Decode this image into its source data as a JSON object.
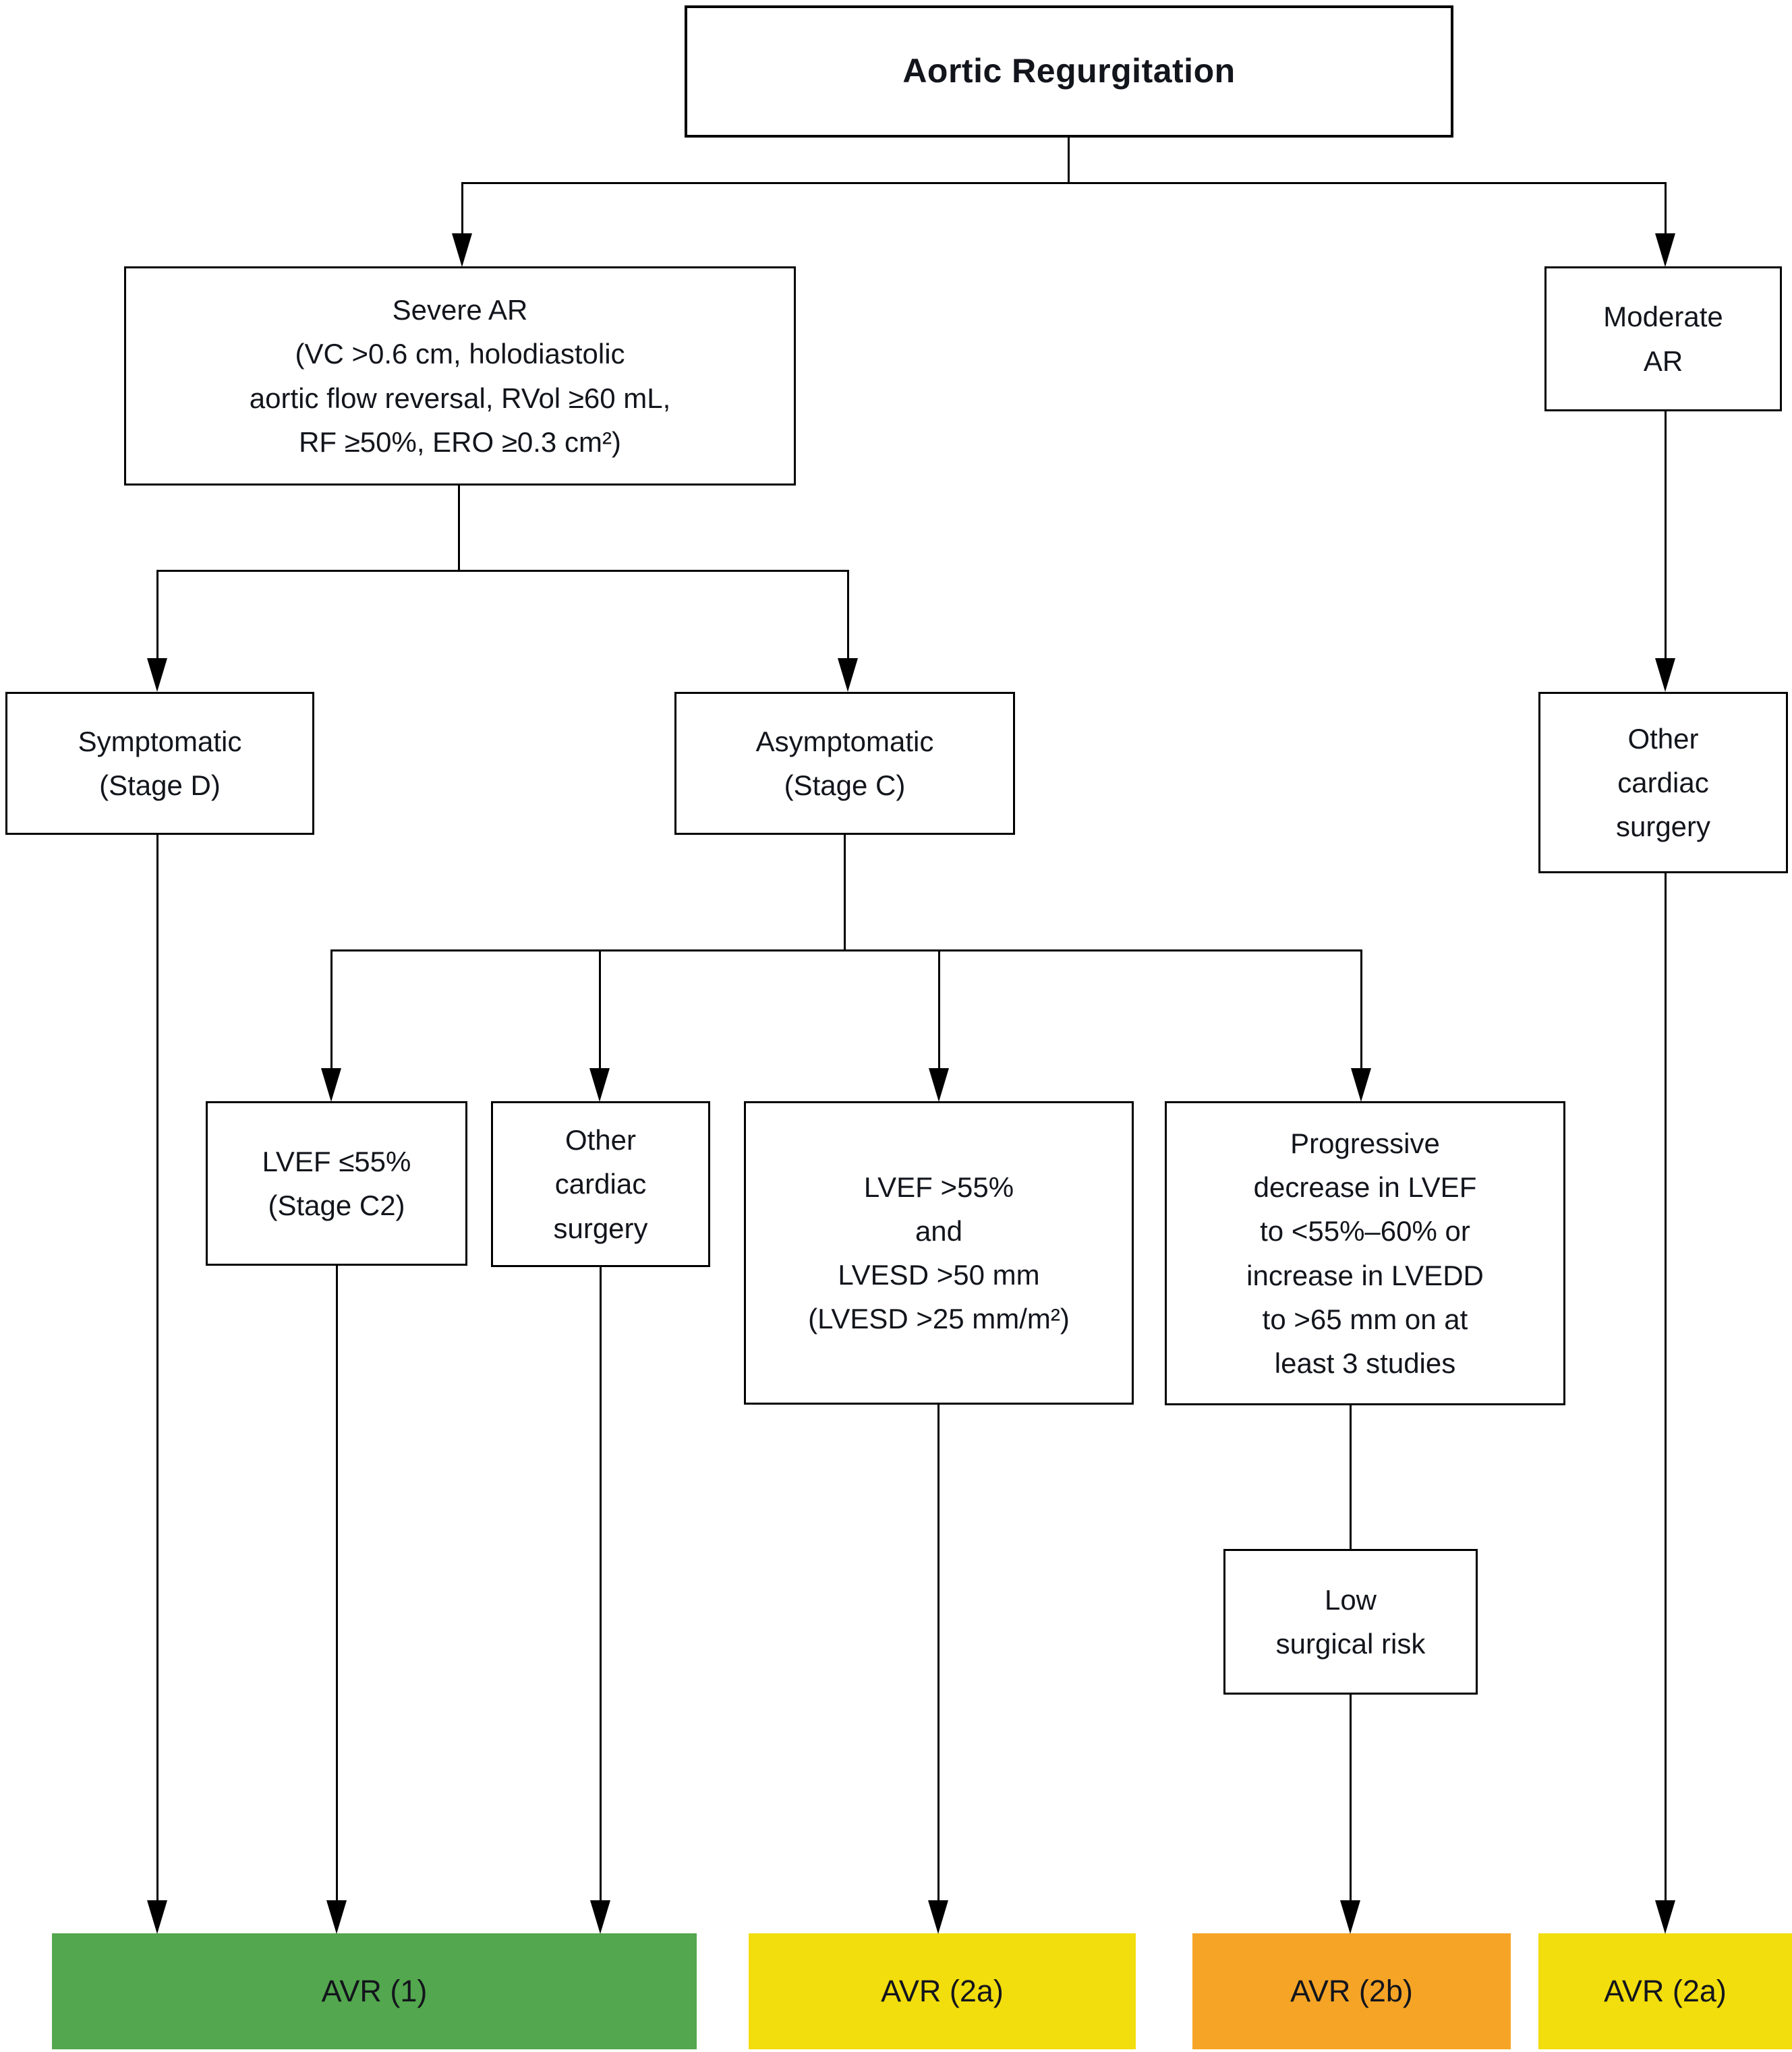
{
  "diagram": {
    "title": "Aortic Regurgitation",
    "nodes": {
      "severe_ar": {
        "label": "Severe AR\n(VC >0.6 cm, holodiastolic\naortic flow reversal, RVol ≥60 mL,\nRF ≥50%, ERO ≥0.3 cm²)"
      },
      "moderate_ar": {
        "label": "Moderate\nAR"
      },
      "symptomatic": {
        "label": "Symptomatic\n(Stage D)"
      },
      "asymptomatic": {
        "label": "Asymptomatic\n(Stage C)"
      },
      "lvef_le55_stage_c2": {
        "label": "LVEF ≤55%\n(Stage C2)"
      },
      "other_cardiac_surgery_mid": {
        "label": "Other\ncardiac\nsurgery"
      },
      "lvef_gt55_lvesd": {
        "label": "LVEF >55%\nand\nLVESD >50 mm\n(LVESD >25 mm/m²)"
      },
      "progressive_decline": {
        "label": "Progressive\ndecrease in LVEF\nto <55%–60% or\nincrease in LVEDD\nto >65 mm on at\nleast 3 studies"
      },
      "low_surgical_risk": {
        "label": "Low\nsurgical risk"
      },
      "other_cardiac_surgery_right": {
        "label": "Other\ncardiac\nsurgery"
      }
    },
    "outcomes": {
      "avr_1": {
        "label": "AVR (1)",
        "color": "#53a74e"
      },
      "avr_2a": {
        "label": "AVR (2a)",
        "color": "#f2dd0d"
      },
      "avr_2b": {
        "label": "AVR (2b)",
        "color": "#f6a426"
      },
      "avr_2a_right": {
        "label": "AVR (2a)",
        "color": "#f2dd0d"
      }
    },
    "edges": [
      {
        "from": "Aortic Regurgitation",
        "to": "Severe AR"
      },
      {
        "from": "Aortic Regurgitation",
        "to": "Moderate AR"
      },
      {
        "from": "Severe AR",
        "to": "Symptomatic (Stage D)"
      },
      {
        "from": "Severe AR",
        "to": "Asymptomatic (Stage C)"
      },
      {
        "from": "Moderate AR",
        "to": "Other cardiac surgery"
      },
      {
        "from": "Asymptomatic (Stage C)",
        "to": "LVEF ≤55% (Stage C2)"
      },
      {
        "from": "Asymptomatic (Stage C)",
        "to": "Other cardiac surgery"
      },
      {
        "from": "Asymptomatic (Stage C)",
        "to": "LVEF >55% and LVESD >50 mm (LVESD >25 mm/m²)"
      },
      {
        "from": "Asymptomatic (Stage C)",
        "to": "Progressive decrease in LVEF to <55%–60% or increase in LVEDD to >65 mm on at least 3 studies"
      },
      {
        "from": "Symptomatic (Stage D)",
        "to": "AVR (1)"
      },
      {
        "from": "LVEF ≤55% (Stage C2)",
        "to": "AVR (1)"
      },
      {
        "from": "Other cardiac surgery",
        "to": "AVR (1)"
      },
      {
        "from": "LVEF >55% and LVESD >50 mm (LVESD >25 mm/m²)",
        "to": "AVR (2a)"
      },
      {
        "from": "Progressive decrease in LVEF to <55%–60% or increase in LVEDD to >65 mm on at least 3 studies",
        "to": "Low surgical risk"
      },
      {
        "from": "Low surgical risk",
        "to": "AVR (2b)"
      },
      {
        "from": "Other cardiac surgery (after Moderate AR)",
        "to": "AVR (2a)"
      }
    ]
  }
}
